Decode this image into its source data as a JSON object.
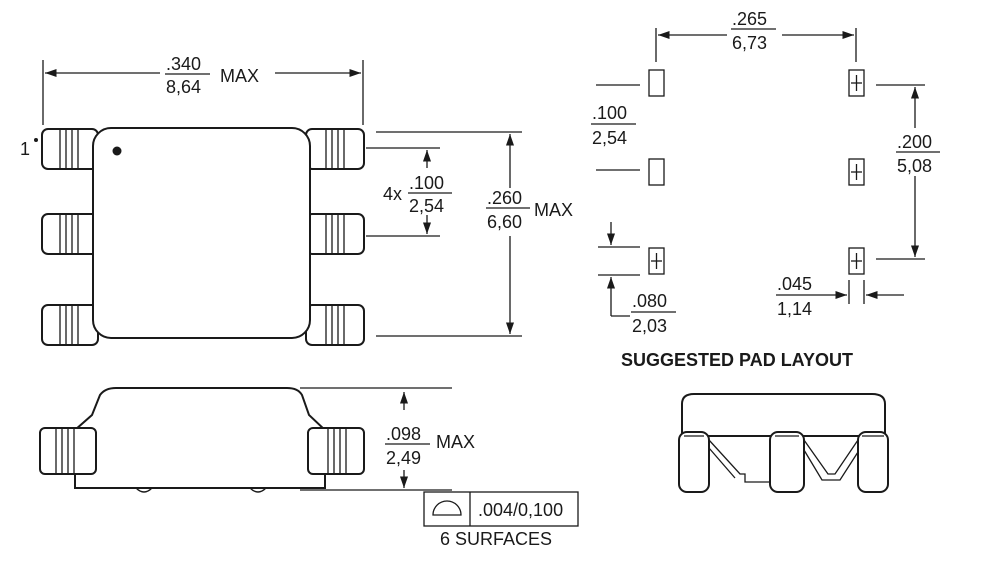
{
  "pin1_label": "1",
  "top_view": {
    "width_in": ".340",
    "width_mm": "8,64",
    "width_suffix": "MAX",
    "pitch_prefix": "4x",
    "pitch_in": ".100",
    "pitch_mm": "2,54",
    "height_in": ".260",
    "height_mm": "6,60",
    "height_suffix": "MAX"
  },
  "pad_layout": {
    "span_x_in": ".265",
    "span_x_mm": "6,73",
    "pitch_in": ".100",
    "pitch_mm": "2,54",
    "span_y_in": ".200",
    "span_y_mm": "5,08",
    "pad_len_in": ".080",
    "pad_len_mm": "2,03",
    "pad_w_in": ".045",
    "pad_w_mm": "1,14",
    "title": "SUGGESTED PAD LAYOUT"
  },
  "side_view": {
    "height_in": ".098",
    "height_mm": "2,49",
    "height_suffix": "MAX",
    "tolerance": ".004/0,100",
    "surfaces_label": "6 SURFACES"
  }
}
